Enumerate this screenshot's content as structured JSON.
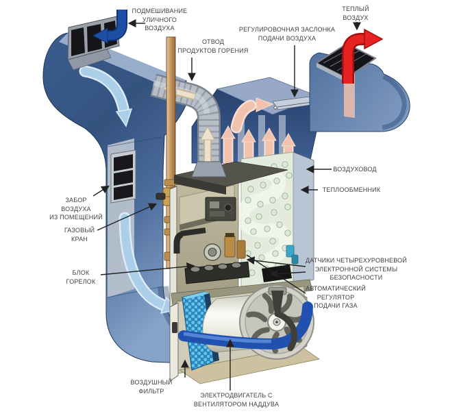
{
  "diagram": {
    "subject": "furnace-airflow-cutaway",
    "labels": {
      "mix_outdoor_air": "ПОДМЕШИВАНИЕ\nУЛИЧНОГО\nВОЗДУХА",
      "flue_gases_outlet": "ОТВОД\nПРОДУКТОВ ГОРЕНИЯ",
      "air_supply_damper": "РЕГУЛИРОВОЧНАЯ ЗАСЛОНКА\nПОДАЧИ ВОЗДУХА",
      "warm_air": "ТЕПЛЫЙ\nВОЗДУХ",
      "air_duct": "ВОЗДУХОВОД",
      "heat_exchanger": "ТЕПЛООБМЕННИК",
      "safety_sensors": "ДАТЧИКИ ЧЕТЫРЕХУРОВНЕВОЙ\nЭЛЕКТРОННОЙ СИСТЕМЫ\nБЕЗОПАСНОСТИ",
      "gas_flow_regulator": "АВТОМАТИЧЕСКИЙ\nРЕГУЛЯТОР\nПОДАЧИ ГАЗА",
      "room_air_intake": "ЗАБОР\nВОЗДУХА\nИЗ ПОМЕЩЕНИЙ",
      "gas_valve": "ГАЗОВЫЙ\nКРАН",
      "burner_block": "БЛОК\nГОРЕЛОК",
      "air_filter": "ВОЗДУШНЫЙ\nФИЛЬТР",
      "blower_motor": "ЭЛЕКТРОДВИГАТЕЛЬ С\nВЕНТИЛЯТОРОМ НАДДУВА"
    },
    "colors": {
      "duct_blue_dark": "#31517f",
      "duct_blue_light": "#85a3c8",
      "cool_air_arrow": "#abcfe9",
      "outdoor_air_arrow": "#1f4fa5",
      "warm_air_arrow": "#e62222",
      "hot_air_arrow": "#f1c2ae",
      "flue_pipe_gray": "#b7bec7",
      "gas_pipe_brass": "#c89a64",
      "cabinet_khaki": "#b4ae94",
      "heat_exchanger_plate": "#e4ebdc",
      "filter_blue": "#2b84bf",
      "label_text": "#3f3f3f"
    }
  }
}
